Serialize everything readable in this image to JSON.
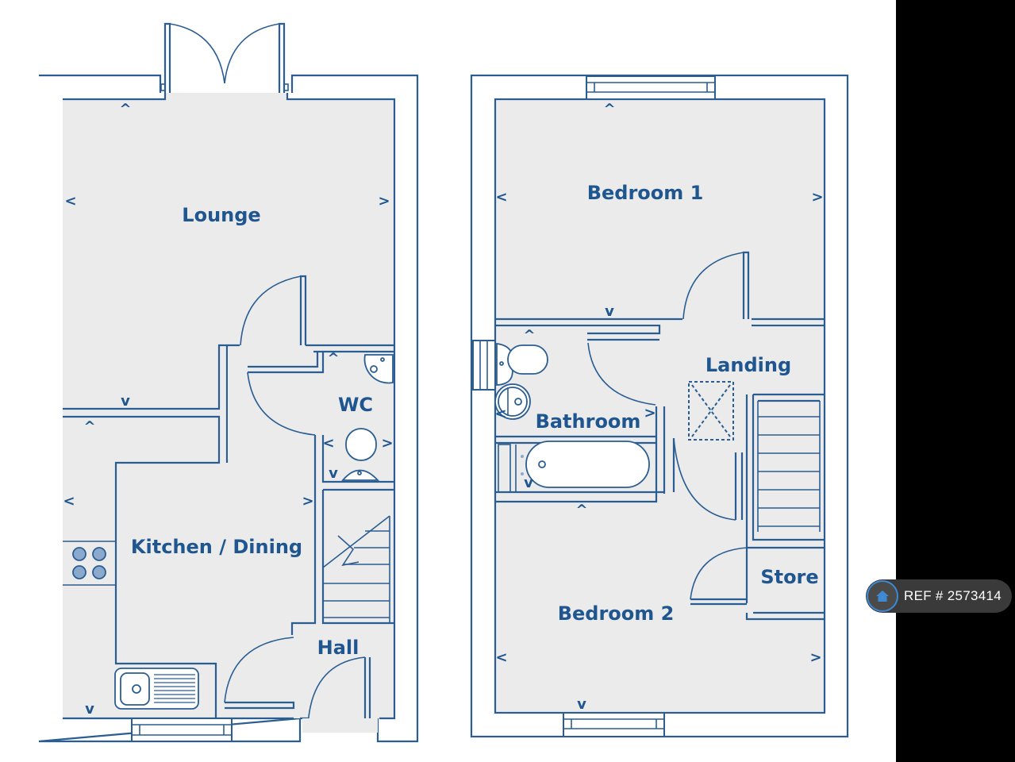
{
  "floorplan": {
    "ground_floor": {
      "rooms": [
        {
          "id": "lounge",
          "label": "Lounge"
        },
        {
          "id": "wc",
          "label": "WC"
        },
        {
          "id": "kitchen",
          "label": "Kitchen / Dining"
        },
        {
          "id": "hall",
          "label": "Hall"
        }
      ]
    },
    "first_floor": {
      "rooms": [
        {
          "id": "bedroom1",
          "label": "Bedroom 1"
        },
        {
          "id": "landing",
          "label": "Landing"
        },
        {
          "id": "bathroom",
          "label": "Bathroom"
        },
        {
          "id": "store",
          "label": "Store"
        },
        {
          "id": "bedroom2",
          "label": "Bedroom 2"
        }
      ]
    },
    "dimension_markers": {
      "up": "^",
      "down": "v",
      "left": "<",
      "right": ">"
    }
  },
  "colors": {
    "line": "#2a5d92",
    "label": "#1f5690",
    "floor": "#ebebeb",
    "badge_bg": "#3a3a3a",
    "badge_icon": "#3f89d4"
  },
  "ref_badge": {
    "icon": "home-icon",
    "text": "REF # 2573414"
  }
}
